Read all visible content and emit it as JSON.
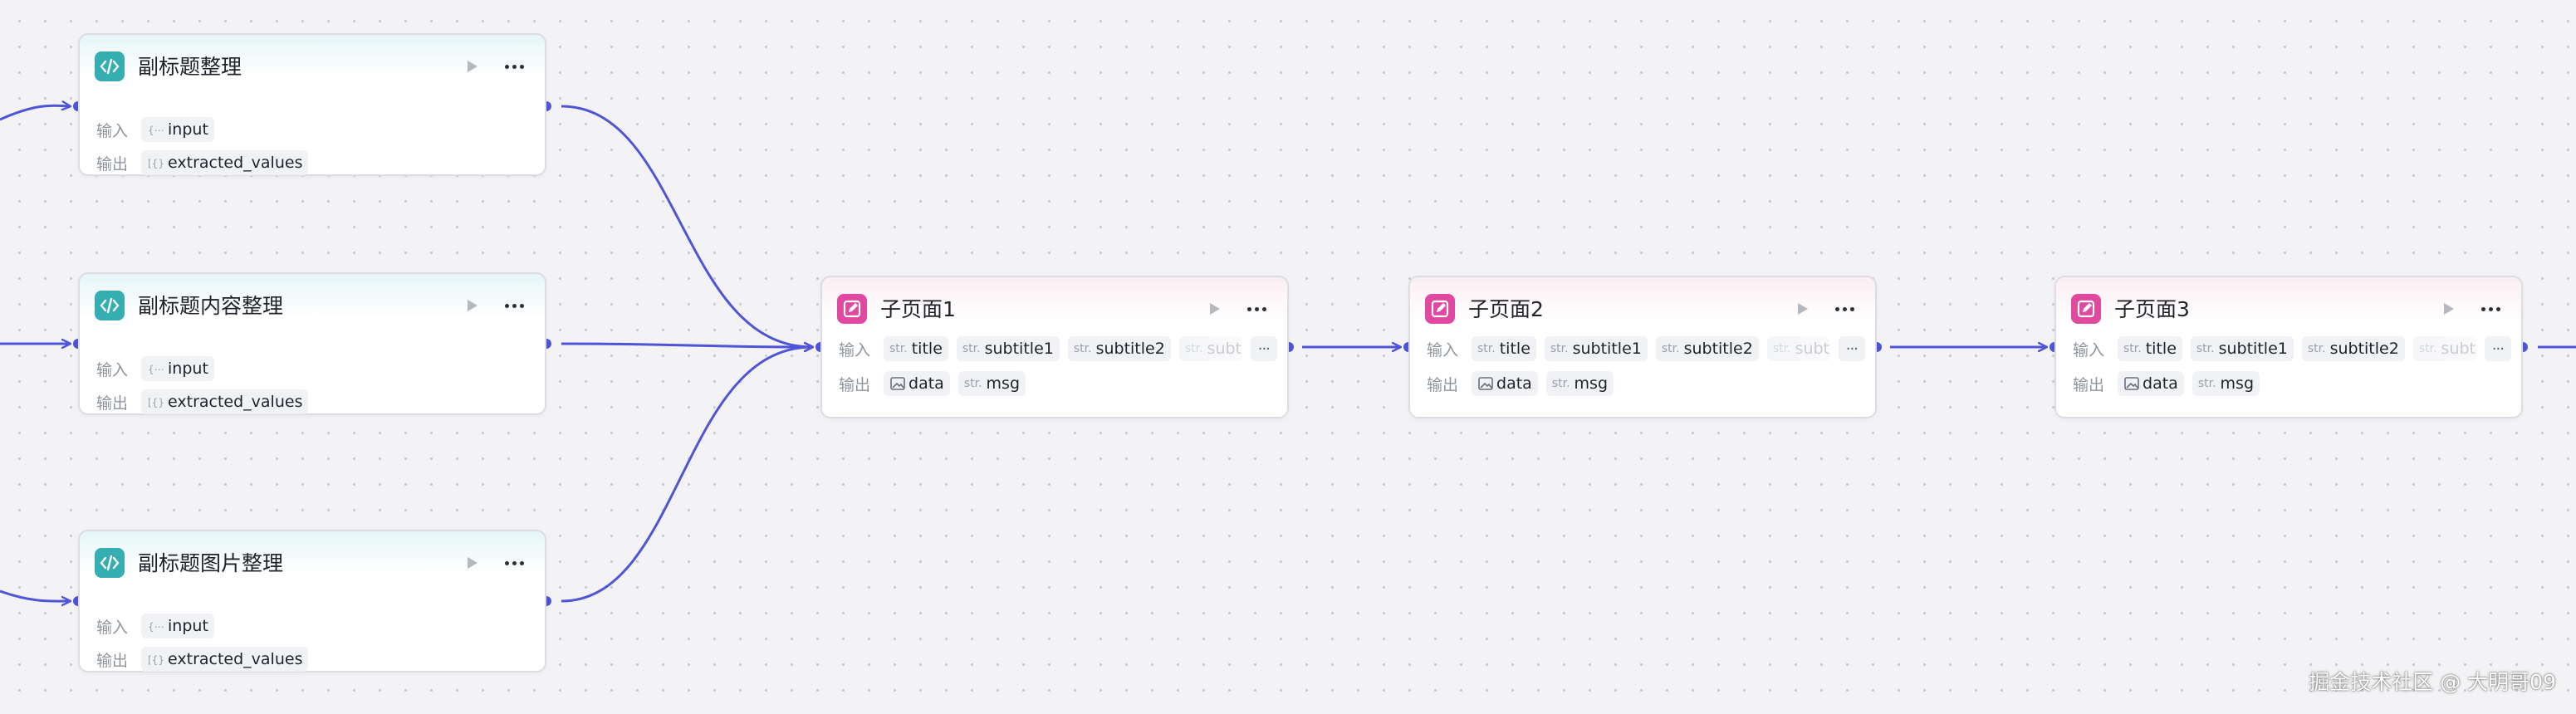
{
  "canvas": {
    "nodes": [
      {
        "id": "n1",
        "kind": "code",
        "title": "副标题整理",
        "input_label": "输入",
        "output_label": "输出",
        "inputs": [
          {
            "type": "obj",
            "name": "input"
          }
        ],
        "outputs": [
          {
            "type": "arr",
            "name": "extracted_values"
          }
        ]
      },
      {
        "id": "n2",
        "kind": "code",
        "title": "副标题内容整理",
        "input_label": "输入",
        "output_label": "输出",
        "inputs": [
          {
            "type": "obj",
            "name": "input"
          }
        ],
        "outputs": [
          {
            "type": "arr",
            "name": "extracted_values"
          }
        ]
      },
      {
        "id": "n3",
        "kind": "code",
        "title": "副标题图片整理",
        "input_label": "输入",
        "output_label": "输出",
        "inputs": [
          {
            "type": "obj",
            "name": "input"
          }
        ],
        "outputs": [
          {
            "type": "arr",
            "name": "extracted_values"
          }
        ]
      },
      {
        "id": "n4",
        "kind": "subpage",
        "title": "子页面1",
        "input_label": "输入",
        "output_label": "输出",
        "inputs": [
          {
            "type": "str.",
            "name": "title"
          },
          {
            "type": "str.",
            "name": "subtitle1"
          },
          {
            "type": "str.",
            "name": "subtitle2"
          },
          {
            "type": "str.",
            "name": "subti",
            "faded": true
          }
        ],
        "inputs_more": "···",
        "outputs": [
          {
            "type": "img",
            "name": "data"
          },
          {
            "type": "str.",
            "name": "msg"
          }
        ]
      },
      {
        "id": "n5",
        "kind": "subpage",
        "title": "子页面2",
        "input_label": "输入",
        "output_label": "输出",
        "inputs": [
          {
            "type": "str.",
            "name": "title"
          },
          {
            "type": "str.",
            "name": "subtitle1"
          },
          {
            "type": "str.",
            "name": "subtitle2"
          },
          {
            "type": "str.",
            "name": "subti",
            "faded": true
          }
        ],
        "inputs_more": "···",
        "outputs": [
          {
            "type": "img",
            "name": "data"
          },
          {
            "type": "str.",
            "name": "msg"
          }
        ]
      },
      {
        "id": "n6",
        "kind": "subpage",
        "title": "子页面3",
        "input_label": "输入",
        "output_label": "输出",
        "inputs": [
          {
            "type": "str.",
            "name": "title"
          },
          {
            "type": "str.",
            "name": "subtitle1"
          },
          {
            "type": "str.",
            "name": "subtitle2"
          },
          {
            "type": "str.",
            "name": "subti",
            "faded": true
          }
        ],
        "inputs_more": "···",
        "outputs": [
          {
            "type": "img",
            "name": "data"
          },
          {
            "type": "str.",
            "name": "msg"
          }
        ]
      }
    ],
    "icons": {
      "code_node": "code-brackets-icon",
      "subpage_node": "edit-page-icon",
      "run": "play-icon",
      "more": "more-dots-icon",
      "obj_type": "object-type-icon",
      "arr_type": "array-type-icon",
      "img_type": "image-type-icon"
    },
    "colors": {
      "edge": "#4f55d6",
      "code_accent": "#35aeb2",
      "subpage_accent": "#e0499f",
      "node_border": "#dcdde3"
    }
  },
  "watermark": "掘金技术社区 @ 大明哥09"
}
